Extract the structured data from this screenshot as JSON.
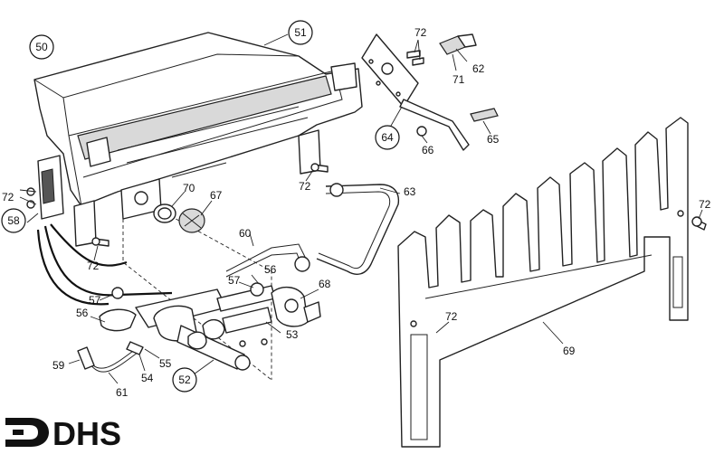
{
  "brand": {
    "logo_text": "DHS"
  },
  "callouts": [
    {
      "label": "50",
      "circled": true
    },
    {
      "label": "51",
      "circled": true
    },
    {
      "label": "52",
      "circled": true
    },
    {
      "label": "58",
      "circled": true
    },
    {
      "label": "64",
      "circled": true
    },
    {
      "label": "53"
    },
    {
      "label": "54"
    },
    {
      "label": "55"
    },
    {
      "label": "56"
    },
    {
      "label": "56"
    },
    {
      "label": "57"
    },
    {
      "label": "57"
    },
    {
      "label": "59"
    },
    {
      "label": "60"
    },
    {
      "label": "61"
    },
    {
      "label": "62"
    },
    {
      "label": "63"
    },
    {
      "label": "65"
    },
    {
      "label": "66"
    },
    {
      "label": "67"
    },
    {
      "label": "68"
    },
    {
      "label": "69"
    },
    {
      "label": "70"
    },
    {
      "label": "71"
    },
    {
      "label": "72"
    },
    {
      "label": "72"
    },
    {
      "label": "72"
    },
    {
      "label": "72"
    },
    {
      "label": "72"
    },
    {
      "label": "72"
    }
  ]
}
